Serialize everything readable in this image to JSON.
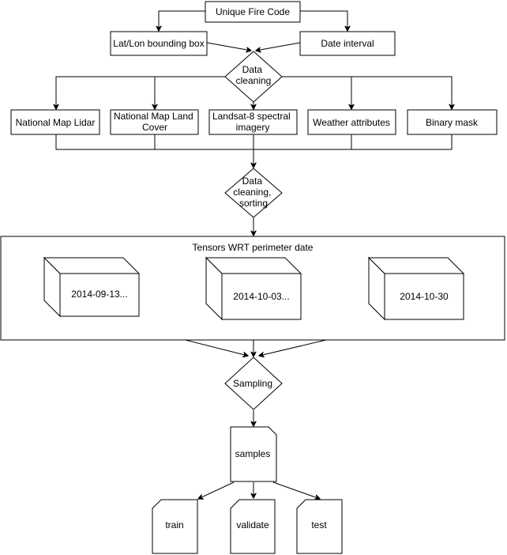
{
  "nodes": {
    "unique_fire_code": "Unique Fire Code",
    "latlon_bbox": "Lat/Lon bounding box",
    "date_interval": "Date interval",
    "data_cleaning_1": [
      "Data",
      "cleaning"
    ],
    "national_map_lidar": "National Map Lidar",
    "national_map_land_cover": [
      "National Map Land",
      "Cover"
    ],
    "landsat_imagery": [
      "Landsat-8 spectral",
      "imagery"
    ],
    "weather_attributes": "Weather attributes",
    "binary_mask": "Binary mask",
    "data_cleaning_sorting": [
      "Data",
      "cleaning,",
      "sorting"
    ],
    "tensors_group": "Tensors WRT perimeter date",
    "tensor_1": "2014-09-13...",
    "tensor_2": "2014-10-03...",
    "tensor_3": "2014-10-30",
    "sampling": "Sampling",
    "samples": "samples",
    "train": "train",
    "validate": "validate",
    "test": "test"
  },
  "colors": {
    "stroke": "#000000",
    "fill": "#ffffff"
  }
}
